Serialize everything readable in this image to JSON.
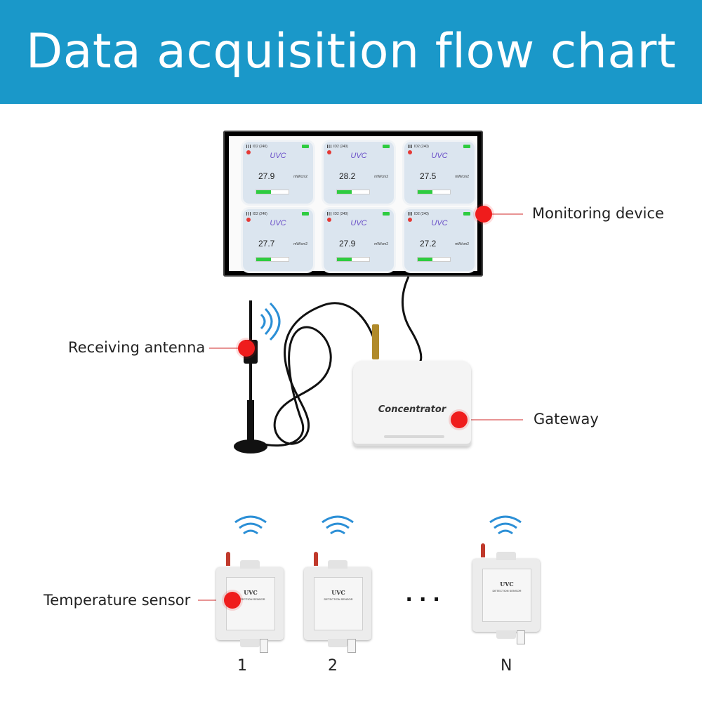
{
  "title": "Data acquisition flow chart",
  "colors": {
    "banner": "#1a98c9",
    "marker": "#ef1c1c",
    "tile_label": "#6a4fc8",
    "wave": "#2b8fd6"
  },
  "labels": {
    "monitoring": "Monitoring device",
    "antenna": "Receiving antenna",
    "gateway": "Gateway",
    "sensor": "Temperature sensor"
  },
  "monitor": {
    "tiles": [
      {
        "id": "ID2 (240)",
        "label": "UVC",
        "value": "27.9",
        "unit": "mW/cm2",
        "level": 0.45
      },
      {
        "id": "ID2 (240)",
        "label": "UVC",
        "value": "28.2",
        "unit": "mW/cm2",
        "level": 0.45
      },
      {
        "id": "ID2 (240)",
        "label": "UVC",
        "value": "27.5",
        "unit": "mW/cm2",
        "level": 0.45
      },
      {
        "id": "ID2 (240)",
        "label": "UVC",
        "value": "27.7",
        "unit": "mW/cm2",
        "level": 0.45
      },
      {
        "id": "ID2 (240)",
        "label": "UVC",
        "value": "27.9",
        "unit": "mW/cm2",
        "level": 0.45
      },
      {
        "id": "ID2 (240)",
        "label": "UVC",
        "value": "27.2",
        "unit": "mW/cm2",
        "level": 0.45
      }
    ]
  },
  "gateway": {
    "brand": "Concentrator"
  },
  "sensors": [
    {
      "label": "UVC",
      "sub": "DETECTION SENSOR",
      "number": "1"
    },
    {
      "label": "UVC",
      "sub": "DETECTION SENSOR",
      "number": "2"
    },
    {
      "label": "UVC",
      "sub": "DETECTION SENSOR",
      "number": "N"
    }
  ],
  "ellipsis": "..."
}
